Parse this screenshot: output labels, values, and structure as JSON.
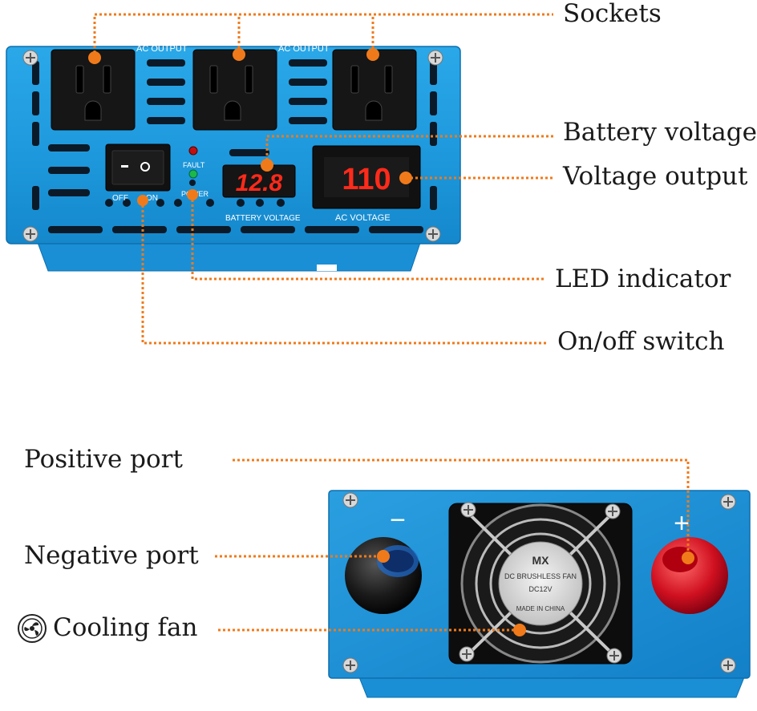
{
  "callouts": {
    "sockets": "Sockets",
    "battery_voltage": "Battery voltage",
    "voltage_output": "Voltage output",
    "led_indicator": "LED indicator",
    "onoff_switch": "On/off switch",
    "positive_port": "Positive port",
    "negative_port": "Negative port",
    "cooling_fan": "Cooling fan"
  },
  "front_panel": {
    "ac_output_1": "AC OUTPUT",
    "ac_output_2": "AC OUTPUT",
    "fault_label": "FAULT",
    "power_label": "POWER",
    "off_label": "OFF",
    "on_label": "ON",
    "battery_voltage_label": "BATTERY VOLTAGE",
    "ac_voltage_label": "AC   VOLTAGE",
    "battery_display": "12.8",
    "ac_display": "110"
  },
  "rear_panel": {
    "minus_symbol": "−",
    "plus_symbol": "+",
    "fan_label_lines": [
      "MX",
      "DC BRUSHLESS FAN",
      "DC12V",
      "MADE IN CHINA"
    ]
  },
  "colors": {
    "panel_blue": "#1e9ee0",
    "leader_orange": "#f07a1a",
    "display_red": "#ff2a1a"
  }
}
